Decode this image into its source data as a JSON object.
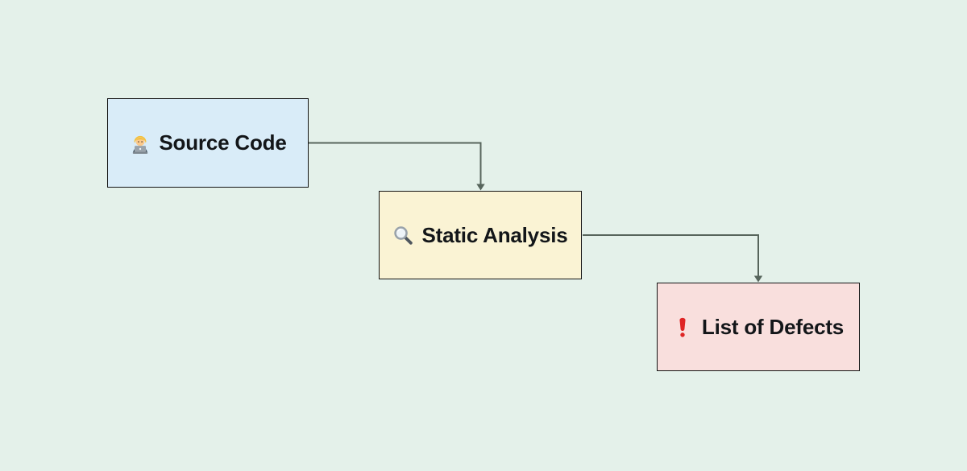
{
  "diagram": {
    "background_color": "#e4f1ea",
    "connector_color": "#57655c",
    "node_border_color": "#141414",
    "text_color": "#131619",
    "exclamation_red": "#df2525",
    "nodes": [
      {
        "id": "source-code",
        "icon": "technologist-emoji",
        "label": "Source Code",
        "fill_color": "#d9ecf8"
      },
      {
        "id": "static-analysis",
        "icon": "magnifying-glass-emoji",
        "label": "Static Analysis",
        "fill_color": "#faf3d4"
      },
      {
        "id": "list-of-defects",
        "icon": "red-exclamation-emoji",
        "label": "List of Defects",
        "fill_color": "#f9dfdd"
      }
    ],
    "edges": [
      {
        "from": "source-code",
        "to": "static-analysis"
      },
      {
        "from": "static-analysis",
        "to": "list-of-defects"
      }
    ]
  }
}
